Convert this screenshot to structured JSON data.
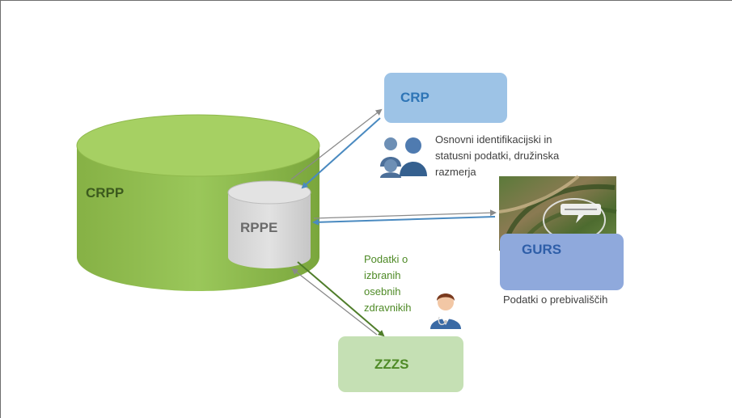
{
  "nodes": {
    "crpp": {
      "label": "CRPP"
    },
    "rppe": {
      "label": "RPPE"
    },
    "crp": {
      "label": "CRP"
    },
    "gurs": {
      "label": "GURS"
    },
    "zzzs": {
      "label": "ZZZS"
    }
  },
  "captions": {
    "crp_lines": [
      "Osnovni identifikacijski in",
      "statusni podatki, družinska",
      "razmerja"
    ],
    "gurs": "Podatki o prebivališčih",
    "zzzs_lines": [
      "Podatki o",
      "izbranih",
      "osebnih",
      "zdravnikih"
    ]
  },
  "icons": {
    "persons": "people-group-icon",
    "map": "aerial-map-image",
    "doctor": "doctor-icon"
  },
  "colors": {
    "crpp_green": "#8db84a",
    "crpp_label": "#3c5a1e",
    "rppe_gray": "#d5d5d5",
    "crp_blue": "#9dc3e6",
    "gurs_blue": "#8fa9dc",
    "zzzs_green": "#c5e0b4",
    "arrow_blue": "#4a8ac0",
    "arrow_green": "#4f7d2a",
    "caption_green": "#4e8a26"
  }
}
